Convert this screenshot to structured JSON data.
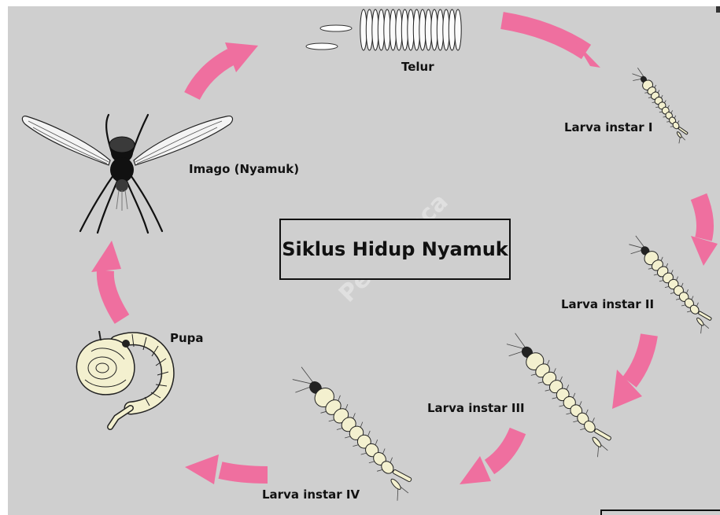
{
  "title": "Siklus Hidup Nyamuk",
  "watermark": "Pergi Baca",
  "colors": {
    "background": "#cfcfcf",
    "arrow": "#ef6f9f",
    "larva": "#f3f0cf",
    "outline": "#222222"
  },
  "stages": {
    "egg": "Telur",
    "larva1": "Larva instar I",
    "larva2": "Larva instar II",
    "larva3": "Larva instar III",
    "larva4": "Larva instar IV",
    "pupa": "Pupa",
    "imago": "Imago (Nyamuk)"
  }
}
